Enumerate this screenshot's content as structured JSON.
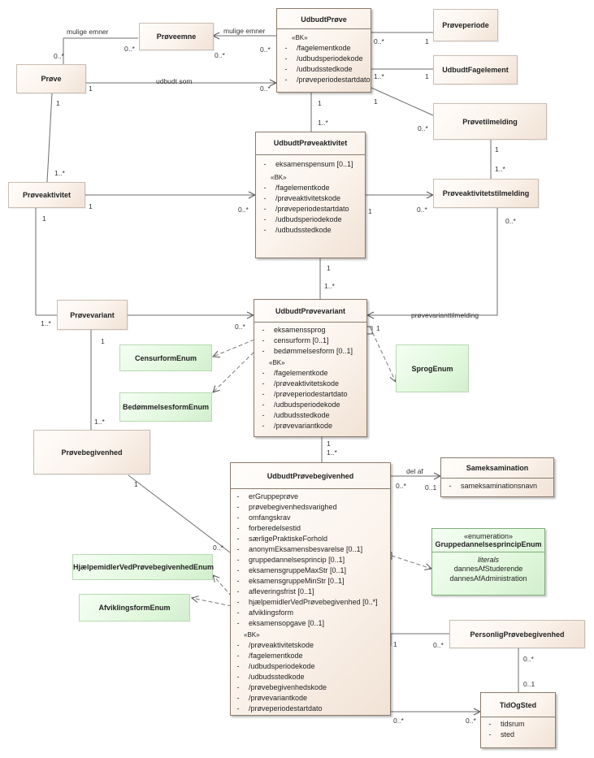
{
  "classes": {
    "udbudtProve": {
      "name": "UdbudtPrøve",
      "stereotype": "«BK»",
      "attrs": [
        "/fagelementkode",
        "/udbudsperiodekode",
        "/udbudsstedkode",
        "/prøveperiodestartdato"
      ]
    },
    "proveemne": {
      "name": "Prøveemne"
    },
    "proveperiode": {
      "name": "Prøveperiode"
    },
    "udbudtFagelement": {
      "name": "UdbudtFagelement"
    },
    "prove": {
      "name": "Prøve"
    },
    "provetilmelding": {
      "name": "Prøvetilmelding"
    },
    "udbudtProveaktivitet": {
      "name": "UdbudtPrøveaktivitet",
      "attrs1": [
        "eksamenspensum [0..1]"
      ],
      "stereotype": "«BK»",
      "attrs2": [
        "/fagelementkode",
        "/prøveaktivitetskode",
        "/prøveperiodestartdato",
        "/udbudsperiodekode",
        "/udbudsstedkode"
      ]
    },
    "proveaktivitet": {
      "name": "Prøveaktivitet"
    },
    "proveaktivitetstilmelding": {
      "name": "Prøveaktivitetstilmelding"
    },
    "provevariant": {
      "name": "Prøvevariant"
    },
    "udbudtProvevariant": {
      "name": "UdbudtPrøvevariant",
      "attrs1": [
        "eksamenssprog",
        "censurform [0..1]",
        "bedømmelsesform [0..1]"
      ],
      "stereotype": "«BK»",
      "attrs2": [
        "/fagelementkode",
        "/prøveaktivitetskode",
        "/prøveperiodestartdato",
        "/udbudsperiodekode",
        "/udbudsstedkode",
        "/prøvevariantkode"
      ]
    },
    "censurformEnum": {
      "name": "CensurformEnum"
    },
    "bedommelsesformEnum": {
      "name": "BedømmelsesformEnum"
    },
    "sprogEnum": {
      "name": "SprogEnum"
    },
    "provebegivenhed": {
      "name": "Prøvebegivenhed"
    },
    "udbudtProvebegivenhed": {
      "name": "UdbudtPrøvebegivenhed",
      "attrs1": [
        "erGruppeprøve",
        "prøvebegivenhedsvarighed",
        "omfangskrav",
        "forberedelsestid",
        "særligePraktiskeForhold",
        "anonymEksamensbesvarelse [0..1]",
        "gruppedannelsesprincip [0..1]",
        "eksamensgruppeMaxStr [0..1]",
        "eksamensgruppeMinStr [0..1]",
        "afleveringsfrist [0..1]",
        "hjælpemidlerVedPrøvebegivenhed [0..*]",
        "afviklingsform",
        "eksamensopgave [0..1]"
      ],
      "stereotype": "«BK»",
      "attrs2": [
        "/prøveaktivitetskode",
        "/fagelementkode",
        "/udbudsperiodekode",
        "/udbudsstedkode",
        "/prøvebegivenhedskode",
        "/prøvevariantkode",
        "/prøveperiodestartdato"
      ]
    },
    "sameksamination": {
      "name": "Sameksamination",
      "attrs": [
        "sameksaminationsnavn"
      ]
    },
    "gruppedannelsesprincipEnum": {
      "stereotype": "«enumeration»",
      "name": "GruppedannelsesprincipEnum",
      "literals_label": "literals",
      "literals": [
        "dannesAfStuderende",
        "dannesAfAdministration"
      ]
    },
    "hjaelpemidlerEnum": {
      "name": "HjælpemidlerVedPrøvebegivenhedEnum"
    },
    "afviklingsformEnum": {
      "name": "AfviklingsformEnum"
    },
    "personligProvebegivenhed": {
      "name": "PersonligPrøvebegivenhed"
    },
    "tidOgSted": {
      "name": "TidOgSted",
      "attrs": [
        "tidsrum",
        "sted"
      ]
    }
  },
  "visibility_marker": "-",
  "edge_labels": {
    "mulige_emner_1": "mulige emner",
    "m1_a": "0..*",
    "m1_b": "0..*",
    "mulige_emner_2": "mulige emner",
    "m2_a": "0..*",
    "m2_b": "0..*",
    "udbudt_som": "udbudt som",
    "us_a": "1",
    "us_b": "0..*",
    "pp_a": "0..*",
    "pp_b": "1",
    "uf_a": "1..*",
    "uf_b": "1",
    "pt_a": "1",
    "pt_b": "0..*",
    "upa_a": "1",
    "upa_b": "1..*",
    "pa_a": "1",
    "pa_b": "1..*",
    "pa_upa_a": "1",
    "pa_upa_b": "0..*",
    "upa_pat_a": "1",
    "upa_pat_b": "0..*",
    "pt_pat_a": "1",
    "pt_pat_b": "1..*",
    "pa_pv_a": "1",
    "pa_pv_b": "1..*",
    "pv_upv_b": "0..*",
    "upa_upv_a": "1",
    "upa_upv_b": "1..*",
    "pvt": "prøvevarianttilmelding",
    "pvt_a": "0..*",
    "pvt_b": "1",
    "pv_pb_a": "1",
    "pv_pb_b": "1..*",
    "upv_upb_a": "1",
    "upv_upb_b": "1..*",
    "pb_upb_a": "1",
    "pb_upb_b": "0..*",
    "del_af": "del af",
    "da_a": "0..*",
    "da_b": "0..1",
    "upb_ppb_a": "1",
    "upb_ppb_b": "0..*",
    "ppb_tos_a": "0..*",
    "ppb_tos_b": "0..1",
    "upb_tos_a": "0..*",
    "upb_tos_b": "0..*"
  }
}
